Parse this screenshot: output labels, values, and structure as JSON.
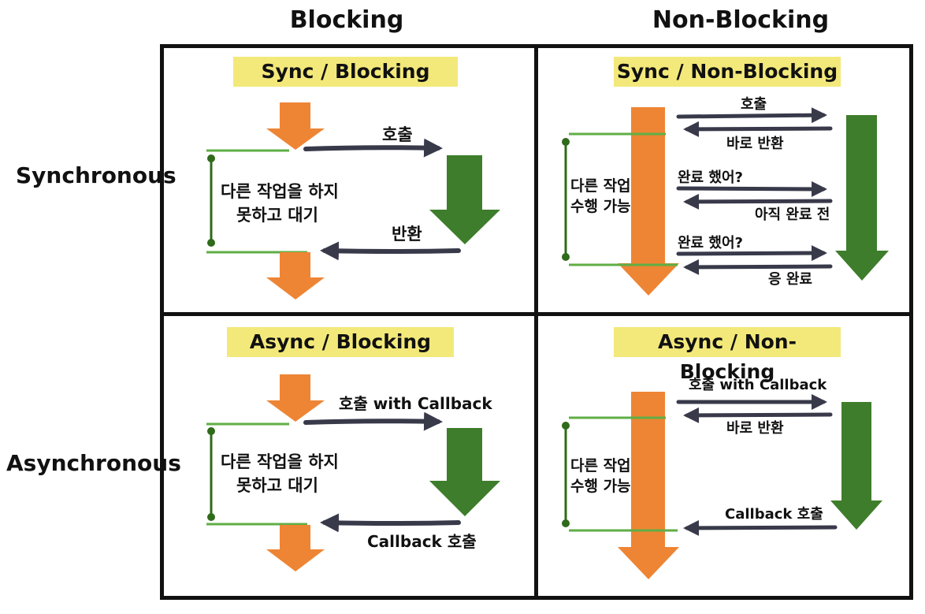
{
  "columns": [
    "Blocking",
    "Non-Blocking"
  ],
  "rows": [
    "Synchronous",
    "Asynchronous"
  ],
  "quadrants": {
    "sync_blocking": {
      "title": "Sync / Blocking",
      "call": "호출",
      "return": "반환",
      "wait_line1": "다른 작업을 하지",
      "wait_line2": "못하고 대기"
    },
    "sync_nonblocking": {
      "title": "Sync / Non-Blocking",
      "call": "호출",
      "immediate_return": "바로 반환",
      "poll1": "완료 했어?",
      "reply1": "아직 완료 전",
      "poll2": "완료 했어?",
      "reply2": "응 완료",
      "other_line1": "다른 작업",
      "other_line2": "수행 가능"
    },
    "async_blocking": {
      "title": "Async / Blocking",
      "call": "호출 with Callback",
      "callback": "Callback 호출",
      "wait_line1": "다른 작업을 하지",
      "wait_line2": "못하고 대기"
    },
    "async_nonblocking": {
      "title": "Async / Non-Blocking",
      "call": "호출 with Callback",
      "immediate_return": "바로 반환",
      "callback": "Callback 호출",
      "other_line1": "다른 작업",
      "other_line2": "수행 가능"
    }
  },
  "colors": {
    "caller": "#ee8534",
    "callee": "#3e7d2b",
    "arrow": "#383a4a",
    "bracket": "#2f6b1a",
    "guide": "#5fae45",
    "label_bg": "#f3e97a"
  }
}
